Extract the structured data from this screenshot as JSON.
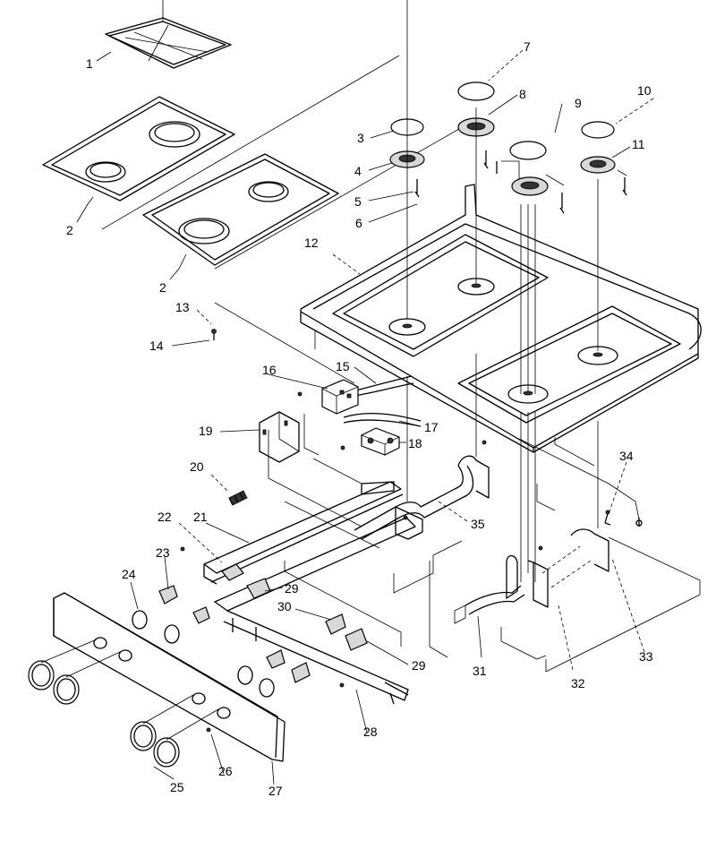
{
  "callouts": [
    {
      "id": "c1",
      "text": "1"
    },
    {
      "id": "c2a",
      "text": "2"
    },
    {
      "id": "c2b",
      "text": "2"
    },
    {
      "id": "c3",
      "text": "3"
    },
    {
      "id": "c4",
      "text": "4"
    },
    {
      "id": "c5",
      "text": "5"
    },
    {
      "id": "c6",
      "text": "6"
    },
    {
      "id": "c7",
      "text": "7"
    },
    {
      "id": "c8",
      "text": "8"
    },
    {
      "id": "c9",
      "text": "9"
    },
    {
      "id": "c10",
      "text": "10"
    },
    {
      "id": "c11",
      "text": "11"
    },
    {
      "id": "c12",
      "text": "12"
    },
    {
      "id": "c13",
      "text": "13"
    },
    {
      "id": "c14",
      "text": "14"
    },
    {
      "id": "c15",
      "text": "15"
    },
    {
      "id": "c16",
      "text": "16"
    },
    {
      "id": "c17",
      "text": "17"
    },
    {
      "id": "c18",
      "text": "18"
    },
    {
      "id": "c19",
      "text": "19"
    },
    {
      "id": "c20",
      "text": "20"
    },
    {
      "id": "c21",
      "text": "21"
    },
    {
      "id": "c22",
      "text": "22"
    },
    {
      "id": "c23",
      "text": "23"
    },
    {
      "id": "c24",
      "text": "24"
    },
    {
      "id": "c25",
      "text": "25"
    },
    {
      "id": "c26",
      "text": "26"
    },
    {
      "id": "c27",
      "text": "27"
    },
    {
      "id": "c28",
      "text": "28"
    },
    {
      "id": "c29a",
      "text": "29"
    },
    {
      "id": "c29b",
      "text": "29"
    },
    {
      "id": "c30",
      "text": "30"
    },
    {
      "id": "c31",
      "text": "31"
    },
    {
      "id": "c32",
      "text": "32"
    },
    {
      "id": "c33",
      "text": "33"
    },
    {
      "id": "c34",
      "text": "34"
    },
    {
      "id": "c35",
      "text": "35"
    }
  ]
}
